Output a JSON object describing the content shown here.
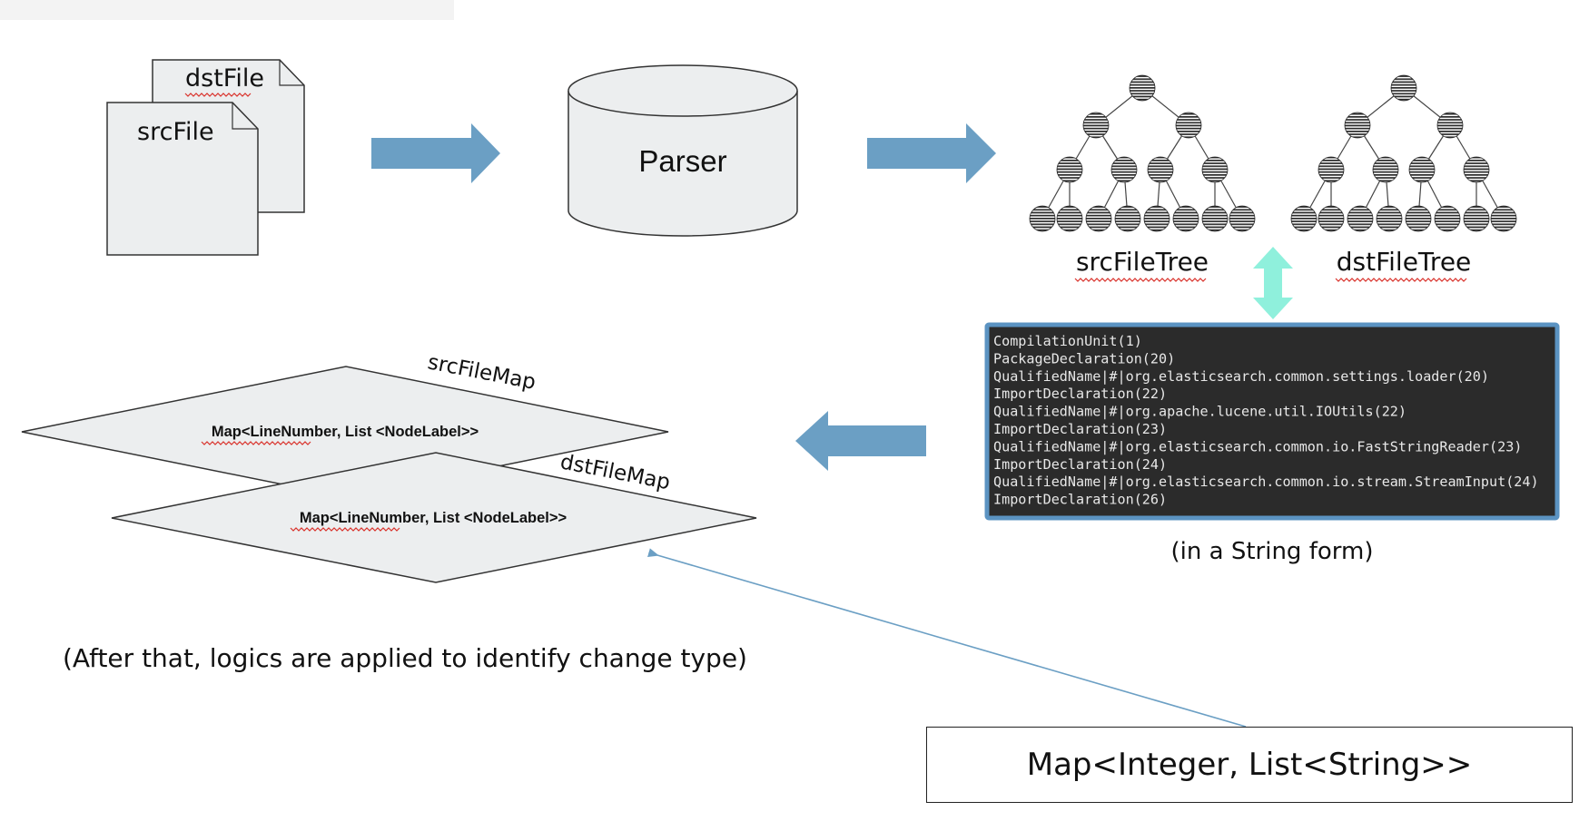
{
  "files": {
    "dst": "dstFile",
    "src": "srcFile"
  },
  "parser_label": "Parser",
  "trees": {
    "src": "srcFileTree",
    "dst": "dstFileTree"
  },
  "code_panel": {
    "lines": [
      "CompilationUnit(1)",
      "PackageDeclaration(20)",
      "QualifiedName|#|org.elasticsearch.common.settings.loader(20)",
      "ImportDeclaration(22)",
      "QualifiedName|#|org.apache.lucene.util.IOUtils(22)",
      "ImportDeclaration(23)",
      "QualifiedName|#|org.elasticsearch.common.io.FastStringReader(23)",
      "ImportDeclaration(24)",
      "QualifiedName|#|org.elasticsearch.common.io.stream.StreamInput(24)",
      "ImportDeclaration(26)"
    ],
    "caption": "(in a String form)"
  },
  "maps": {
    "src_title": "srcFileMap",
    "dst_title": "dstFileMap",
    "src_content": "Map<LineNumber, List <NodeLabel>>",
    "dst_content": "Map<LineNumber, List <NodeLabel>>"
  },
  "footer_note": "(After that, logics are applied to identify change type)",
  "type_box": "Map<Integer, List<String>>",
  "colors": {
    "arrow": "#6b9fc4",
    "double_arrow": "#8ff0dc",
    "shape_fill": "#eceeef",
    "code_bg": "#2b2b2b",
    "code_border": "#5b93c2"
  }
}
